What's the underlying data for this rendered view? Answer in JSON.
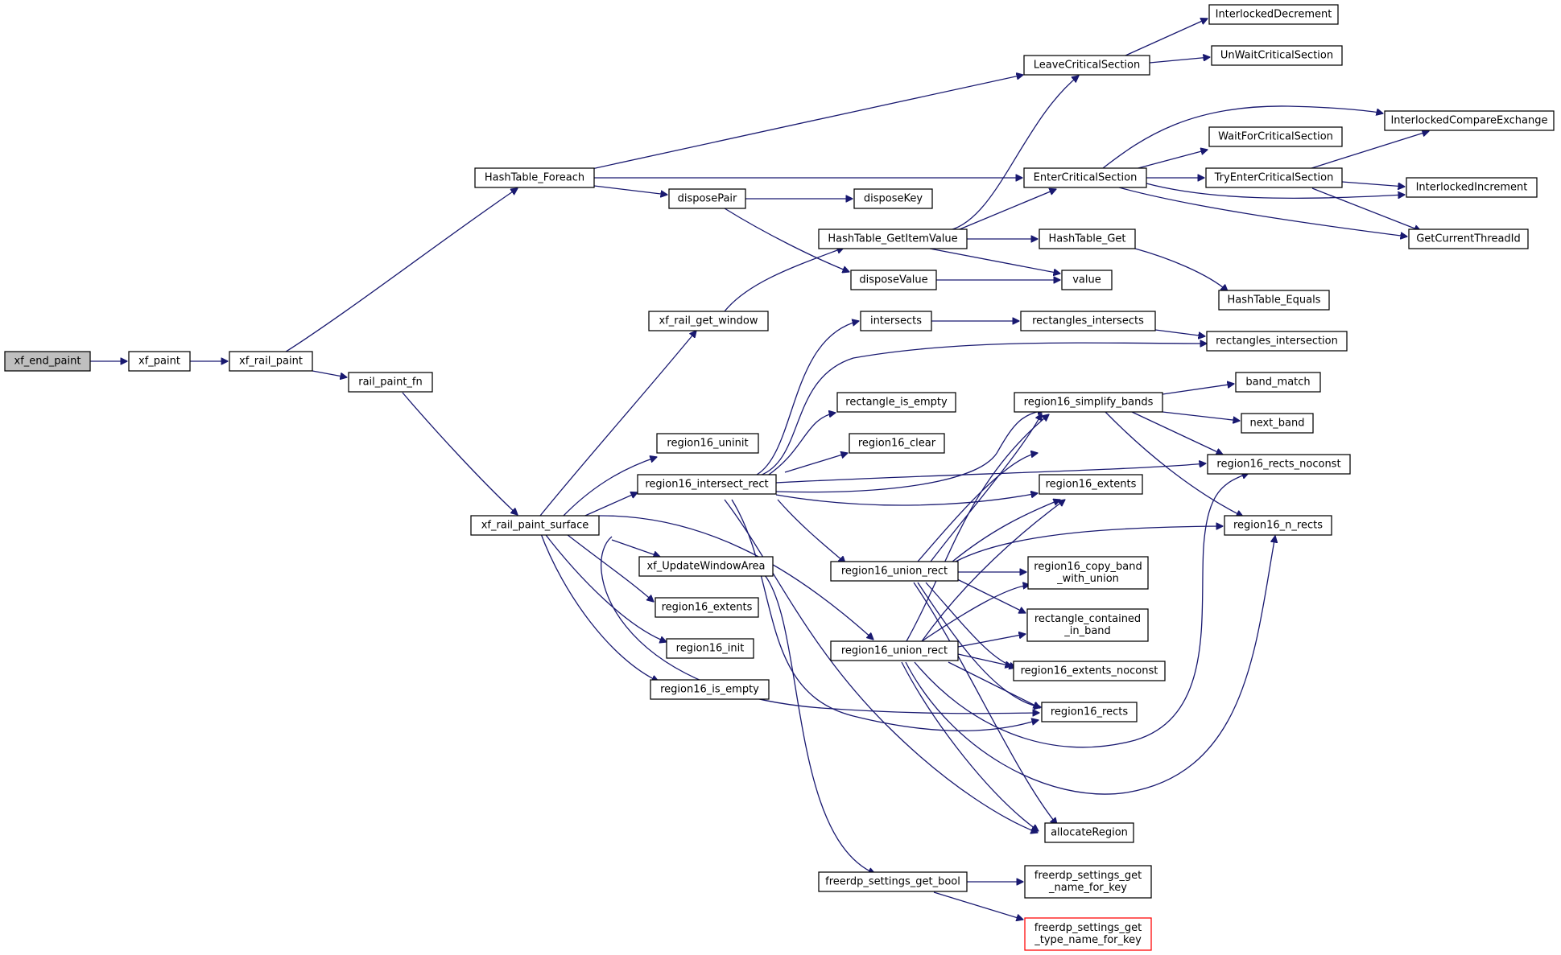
{
  "graph": {
    "edge_color": "#191970",
    "root_fill": "#bfbfbf",
    "truncated_border": "#ff0000",
    "nodes": [
      {
        "id": "xf_end_paint",
        "lines": [
          "xf_end_paint"
        ],
        "style": "root"
      },
      {
        "id": "xf_paint",
        "lines": [
          "xf_paint"
        ]
      },
      {
        "id": "xf_rail_paint",
        "lines": [
          "xf_rail_paint"
        ]
      },
      {
        "id": "HashTable_Foreach",
        "lines": [
          "HashTable_Foreach"
        ]
      },
      {
        "id": "rail_paint_fn",
        "lines": [
          "rail_paint_fn"
        ]
      },
      {
        "id": "xf_rail_paint_surface",
        "lines": [
          "xf_rail_paint_surface"
        ]
      },
      {
        "id": "LeaveCriticalSection",
        "lines": [
          "LeaveCriticalSection"
        ]
      },
      {
        "id": "EnterCriticalSection",
        "lines": [
          "EnterCriticalSection"
        ]
      },
      {
        "id": "disposePair",
        "lines": [
          "disposePair"
        ]
      },
      {
        "id": "InterlockedDecrement",
        "lines": [
          "InterlockedDecrement"
        ]
      },
      {
        "id": "UnWaitCriticalSection",
        "lines": [
          "UnWaitCriticalSection"
        ]
      },
      {
        "id": "InterlockedCompareExchange",
        "lines": [
          "InterlockedCompareExchange"
        ]
      },
      {
        "id": "WaitForCriticalSection",
        "lines": [
          "WaitForCriticalSection"
        ]
      },
      {
        "id": "TryEnterCriticalSection",
        "lines": [
          "TryEnterCriticalSection"
        ]
      },
      {
        "id": "InterlockedIncrement",
        "lines": [
          "InterlockedIncrement"
        ]
      },
      {
        "id": "GetCurrentThreadId",
        "lines": [
          "GetCurrentThreadId"
        ]
      },
      {
        "id": "disposeKey",
        "lines": [
          "disposeKey"
        ]
      },
      {
        "id": "disposeValue",
        "lines": [
          "disposeValue"
        ]
      },
      {
        "id": "HashTable_GetItemValue",
        "lines": [
          "HashTable_GetItemValue"
        ]
      },
      {
        "id": "HashTable_Get",
        "lines": [
          "HashTable_Get"
        ]
      },
      {
        "id": "value",
        "lines": [
          "value"
        ]
      },
      {
        "id": "HashTable_Equals",
        "lines": [
          "HashTable_Equals"
        ]
      },
      {
        "id": "xf_rail_get_window",
        "lines": [
          "xf_rail_get_window"
        ]
      },
      {
        "id": "intersects",
        "lines": [
          "intersects"
        ]
      },
      {
        "id": "rectangles_intersects",
        "lines": [
          "rectangles_intersects"
        ]
      },
      {
        "id": "rectangles_intersection",
        "lines": [
          "rectangles_intersection"
        ]
      },
      {
        "id": "rectangle_is_empty",
        "lines": [
          "rectangle_is_empty"
        ]
      },
      {
        "id": "band_match",
        "lines": [
          "band_match"
        ]
      },
      {
        "id": "region16_simplify_bands",
        "lines": [
          "region16_simplify_bands"
        ]
      },
      {
        "id": "next_band",
        "lines": [
          "next_band"
        ]
      },
      {
        "id": "region16_uninit",
        "lines": [
          "region16_uninit"
        ]
      },
      {
        "id": "region16_clear",
        "lines": [
          "region16_clear"
        ]
      },
      {
        "id": "region16_rects_noconst",
        "lines": [
          "region16_rects_noconst"
        ]
      },
      {
        "id": "region16_intersect_rect",
        "lines": [
          "region16_intersect_rect"
        ]
      },
      {
        "id": "region16_extents_r",
        "lines": [
          "region16_extents"
        ]
      },
      {
        "id": "region16_n_rects",
        "lines": [
          "region16_n_rects"
        ]
      },
      {
        "id": "xf_UpdateWindowArea",
        "lines": [
          "xf_UpdateWindowArea"
        ]
      },
      {
        "id": "region16_union_rect_1",
        "lines": [
          "region16_union_rect"
        ]
      },
      {
        "id": "region16_copy_band_with_union",
        "lines": [
          "region16_copy_band",
          "_with_union"
        ]
      },
      {
        "id": "region16_extents_l",
        "lines": [
          "region16_extents"
        ]
      },
      {
        "id": "rectangle_contained_in_band",
        "lines": [
          "rectangle_contained",
          "_in_band"
        ]
      },
      {
        "id": "region16_init",
        "lines": [
          "region16_init"
        ]
      },
      {
        "id": "region16_union_rect_2",
        "lines": [
          "region16_union_rect"
        ]
      },
      {
        "id": "region16_extents_noconst",
        "lines": [
          "region16_extents_noconst"
        ]
      },
      {
        "id": "region16_is_empty",
        "lines": [
          "region16_is_empty"
        ]
      },
      {
        "id": "region16_rects",
        "lines": [
          "region16_rects"
        ]
      },
      {
        "id": "allocateRegion",
        "lines": [
          "allocateRegion"
        ]
      },
      {
        "id": "freerdp_settings_get_bool",
        "lines": [
          "freerdp_settings_get_bool"
        ]
      },
      {
        "id": "freerdp_settings_get_name_for_key",
        "lines": [
          "freerdp_settings_get",
          "_name_for_key"
        ]
      },
      {
        "id": "freerdp_settings_get_type_name_for_key",
        "lines": [
          "freerdp_settings_get",
          "_type_name_for_key"
        ],
        "style": "red"
      }
    ]
  }
}
